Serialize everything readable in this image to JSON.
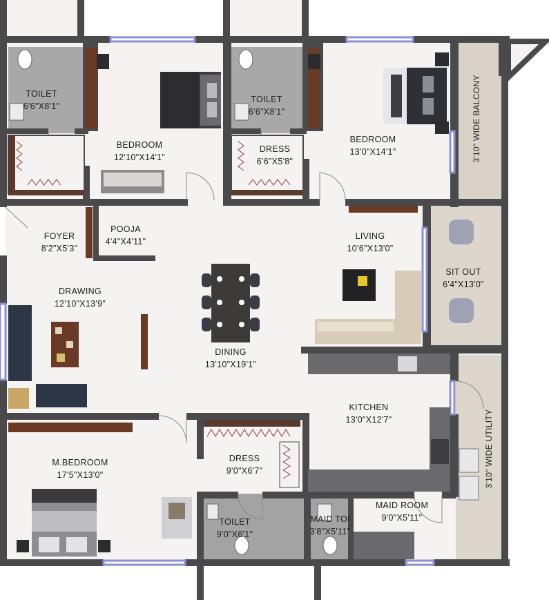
{
  "rooms": {
    "toilet_1": {
      "name": "TOILET",
      "size": "6'6\"X8'1\""
    },
    "bedroom_1": {
      "name": "BEDROOM",
      "size": "12'10\"X14'1\""
    },
    "toilet_2": {
      "name": "TOILET",
      "size": "6'6\"X8'1\""
    },
    "dress_1": {
      "name": "DRESS",
      "size": "6'6\"X5'8\""
    },
    "bedroom_2": {
      "name": "BEDROOM",
      "size": "13'0\"X14'1\""
    },
    "balcony": {
      "name": "3'10\" WIDE BALCONY"
    },
    "foyer": {
      "name": "FOYER",
      "size": "8'2\"X5'3\""
    },
    "pooja": {
      "name": "POOJA",
      "size": "4'4\"X4'11\""
    },
    "living": {
      "name": "LIVING",
      "size": "10'6\"X13'0\""
    },
    "sitout": {
      "name": "SIT OUT",
      "size": "6'4\"X13'0\""
    },
    "drawing": {
      "name": "DRAWING",
      "size": "12'10\"X13'9\""
    },
    "dining": {
      "name": "DINING",
      "size": "13'10\"X19'1\""
    },
    "kitchen": {
      "name": "KITCHEN",
      "size": "13'0\"X12'7\""
    },
    "utility": {
      "name": "3'10\" WIDE UTILITY"
    },
    "master_bedroom": {
      "name": "M.BEDROOM",
      "size": "17'5\"X13'0\""
    },
    "dress_2": {
      "name": "DRESS",
      "size": "9'0\"X6'7\""
    },
    "toilet_3": {
      "name": "TOILET",
      "size": "9'0\"X6'1\""
    },
    "maid_toilet": {
      "name": "MAID TOI",
      "size": "3'8\"X5'11\""
    },
    "maid_room": {
      "name": "MAID ROOM",
      "size": "9'0\"X5'11\""
    }
  },
  "colors": {
    "wall": "#4a4a4d",
    "floor": "#f4f3f1",
    "wet_floor": "#9c9c9c",
    "balcony_floor": "#d9d2c8",
    "window": "#8a8fd6",
    "wood": "#6b3a22",
    "sofa": "#d8ccb8",
    "dark_furniture": "#2f3035",
    "navy_sofa": "#2c3645"
  }
}
